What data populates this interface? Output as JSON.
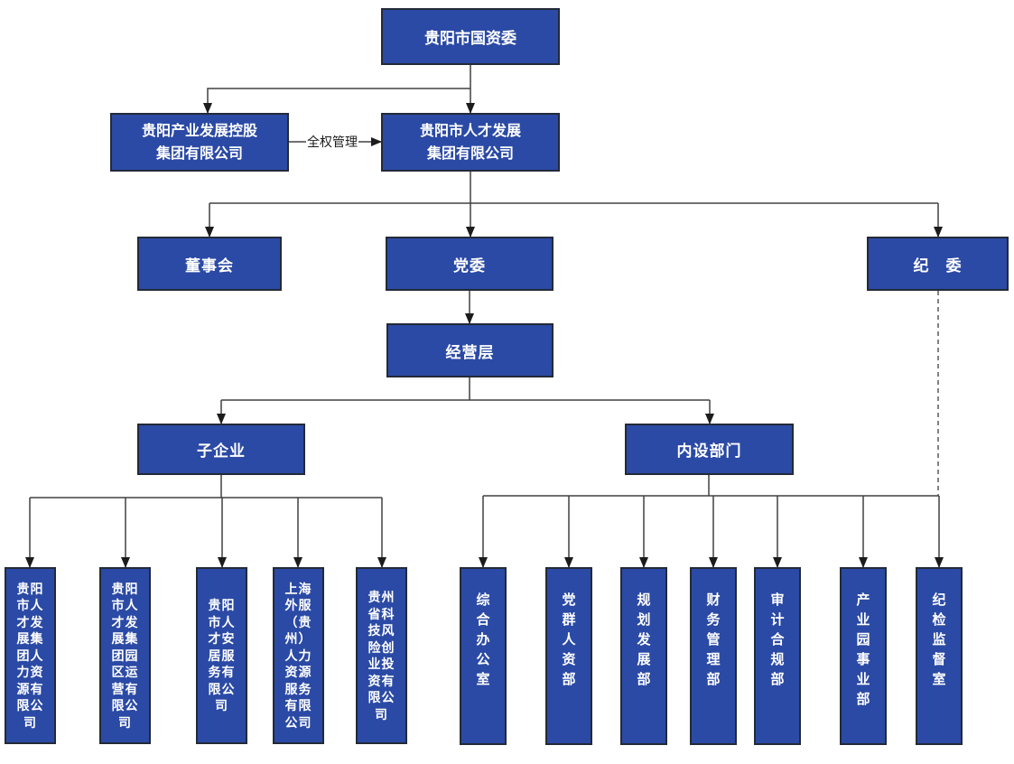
{
  "org": {
    "root": "贵阳市国资委",
    "holding": "贵阳产业发展控股集团有限公司",
    "group": "贵阳市人才发展集团有限公司",
    "mandate_label": "全权管理",
    "board": "董事会",
    "party_committee": "党委",
    "discipline_committee": "纪　委",
    "management": "经营层",
    "subsidiaries_header": "子企业",
    "departments_header": "内设部门",
    "subsidiaries": [
      "贵阳市人才发展集团人力资源有限公司",
      "贵阳市人才发展集团园区运营有限公司",
      "贵阳市人才安居服务有限公司",
      "上海外服（贵州）人力资源服务有限公司",
      "贵州省科技风险创业投资有限公司"
    ],
    "departments": [
      "综合办公室",
      "党群人资部",
      "规划发展部",
      "财务管理部",
      "审计合规部",
      "产业园事业部",
      "纪检监督室"
    ],
    "colors": {
      "box_fill": "#2b4aa5",
      "box_border": "#232a38",
      "line": "#404040",
      "box_text": "#ffffff"
    }
  }
}
